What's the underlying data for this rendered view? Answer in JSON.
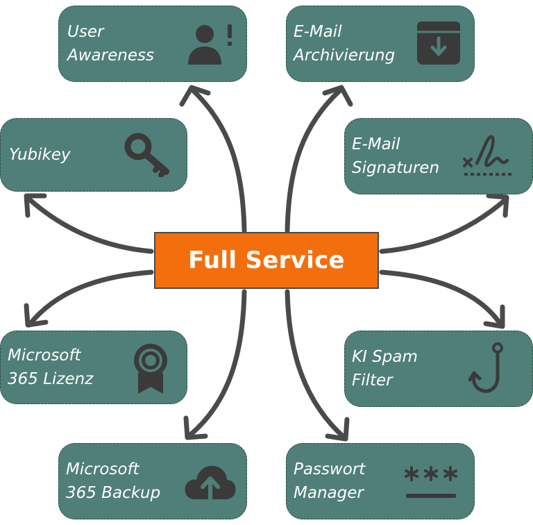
{
  "center": {
    "label": "Full Service"
  },
  "services": [
    {
      "id": "user-awareness",
      "line1": "User",
      "line2": "Awareness",
      "icon": "user-alert-icon"
    },
    {
      "id": "email-archivierung",
      "line1": "E-Mail",
      "line2": "Archivierung",
      "icon": "archive-box-icon"
    },
    {
      "id": "yubikey",
      "line1": "Yubikey",
      "line2": "",
      "icon": "key-icon"
    },
    {
      "id": "email-signaturen",
      "line1": "E-Mail",
      "line2": "Signaturen",
      "icon": "signature-icon"
    },
    {
      "id": "ms365-lizenz",
      "line1": "Microsoft",
      "line2": "365 Lizenz",
      "icon": "award-badge-icon"
    },
    {
      "id": "ki-spam-filter",
      "line1": "KI Spam",
      "line2": "Filter",
      "icon": "fishing-hook-icon"
    },
    {
      "id": "ms365-backup",
      "line1": "Microsoft",
      "line2": "365 Backup",
      "icon": "cloud-upload-icon"
    },
    {
      "id": "passwort-manager",
      "line1": "Passwort",
      "line2": "Manager",
      "icon": "password-icon"
    }
  ],
  "colors": {
    "box": "#4f7f78",
    "center": "#f36f0d",
    "arrow": "#4a4a4a",
    "icon": "#3a3a3a"
  }
}
